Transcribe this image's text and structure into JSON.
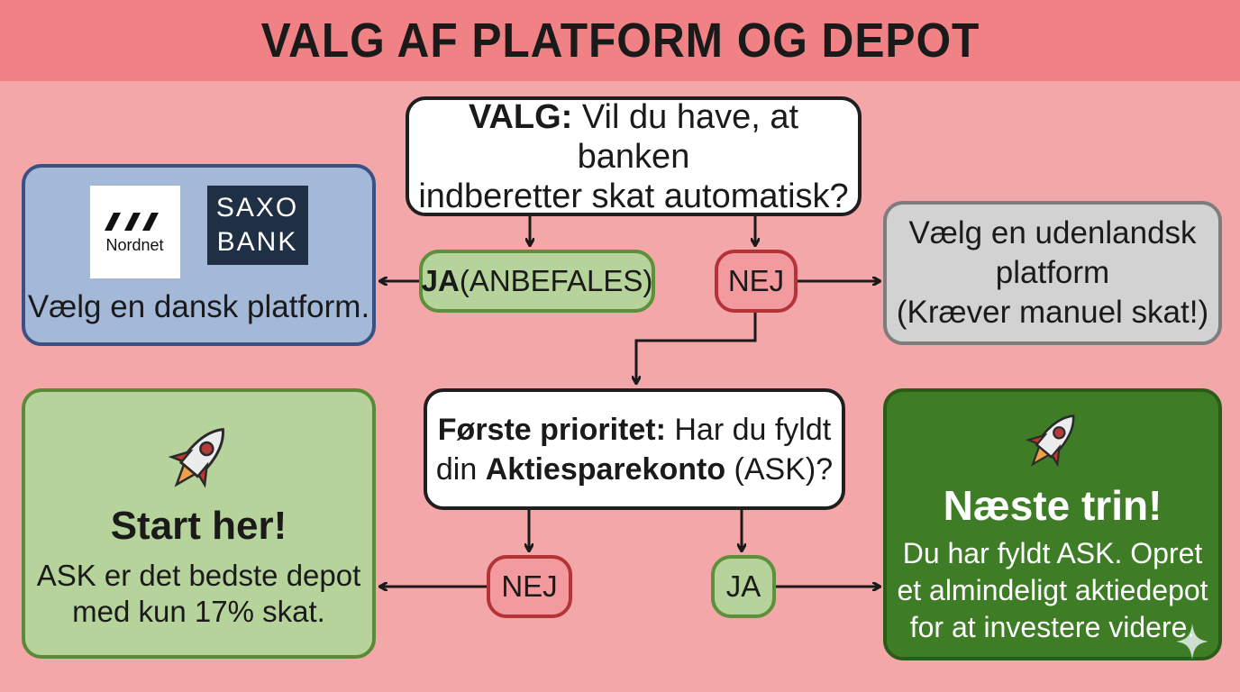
{
  "title": "VALG AF PLATFORM OG DEPOT",
  "question1": {
    "bold": "VALG:",
    "rest": " Vil du have, at banken",
    "line2": "indberetter skat automatisk?"
  },
  "yes_recommended": {
    "bold": "JA",
    "rest": " (ANBEFALES)"
  },
  "no1": "NEJ",
  "danish_platform": {
    "nordnet_logo": "Nordnet",
    "saxo_line1": "SAXO",
    "saxo_line2": "BANK",
    "text": "Vælg en dansk platform."
  },
  "foreign_platform": {
    "line1": "Vælg en udenlandsk",
    "line2": "platform",
    "line3": "(Kræver manuel skat!)"
  },
  "question2": {
    "bold1": "Første prioritet:",
    "rest1": " Har du fyldt",
    "pre2": "din ",
    "bold2": "Aktiesparekonto",
    "rest2": " (ASK)?"
  },
  "no2": "NEJ",
  "yes2": "JA",
  "start_here": {
    "heading": "Start her!",
    "line1": "ASK er det bedste depot",
    "line2": "med kun 17% skat.",
    "icon": "rocket-icon"
  },
  "next_step": {
    "heading": "Næste trin!",
    "line1": "Du har fyldt ASK. Opret",
    "line2": "et almindeligt aktiedepot",
    "line3": "for at investere videre.",
    "icon": "rocket-icon"
  },
  "colors": {
    "header": "#f08285",
    "background": "#f4a7a9",
    "green_box": "#b5d39a",
    "dark_green_box": "#3e7d26",
    "blue_box": "#a4b8d8",
    "grey_box": "#d2d2d2"
  }
}
